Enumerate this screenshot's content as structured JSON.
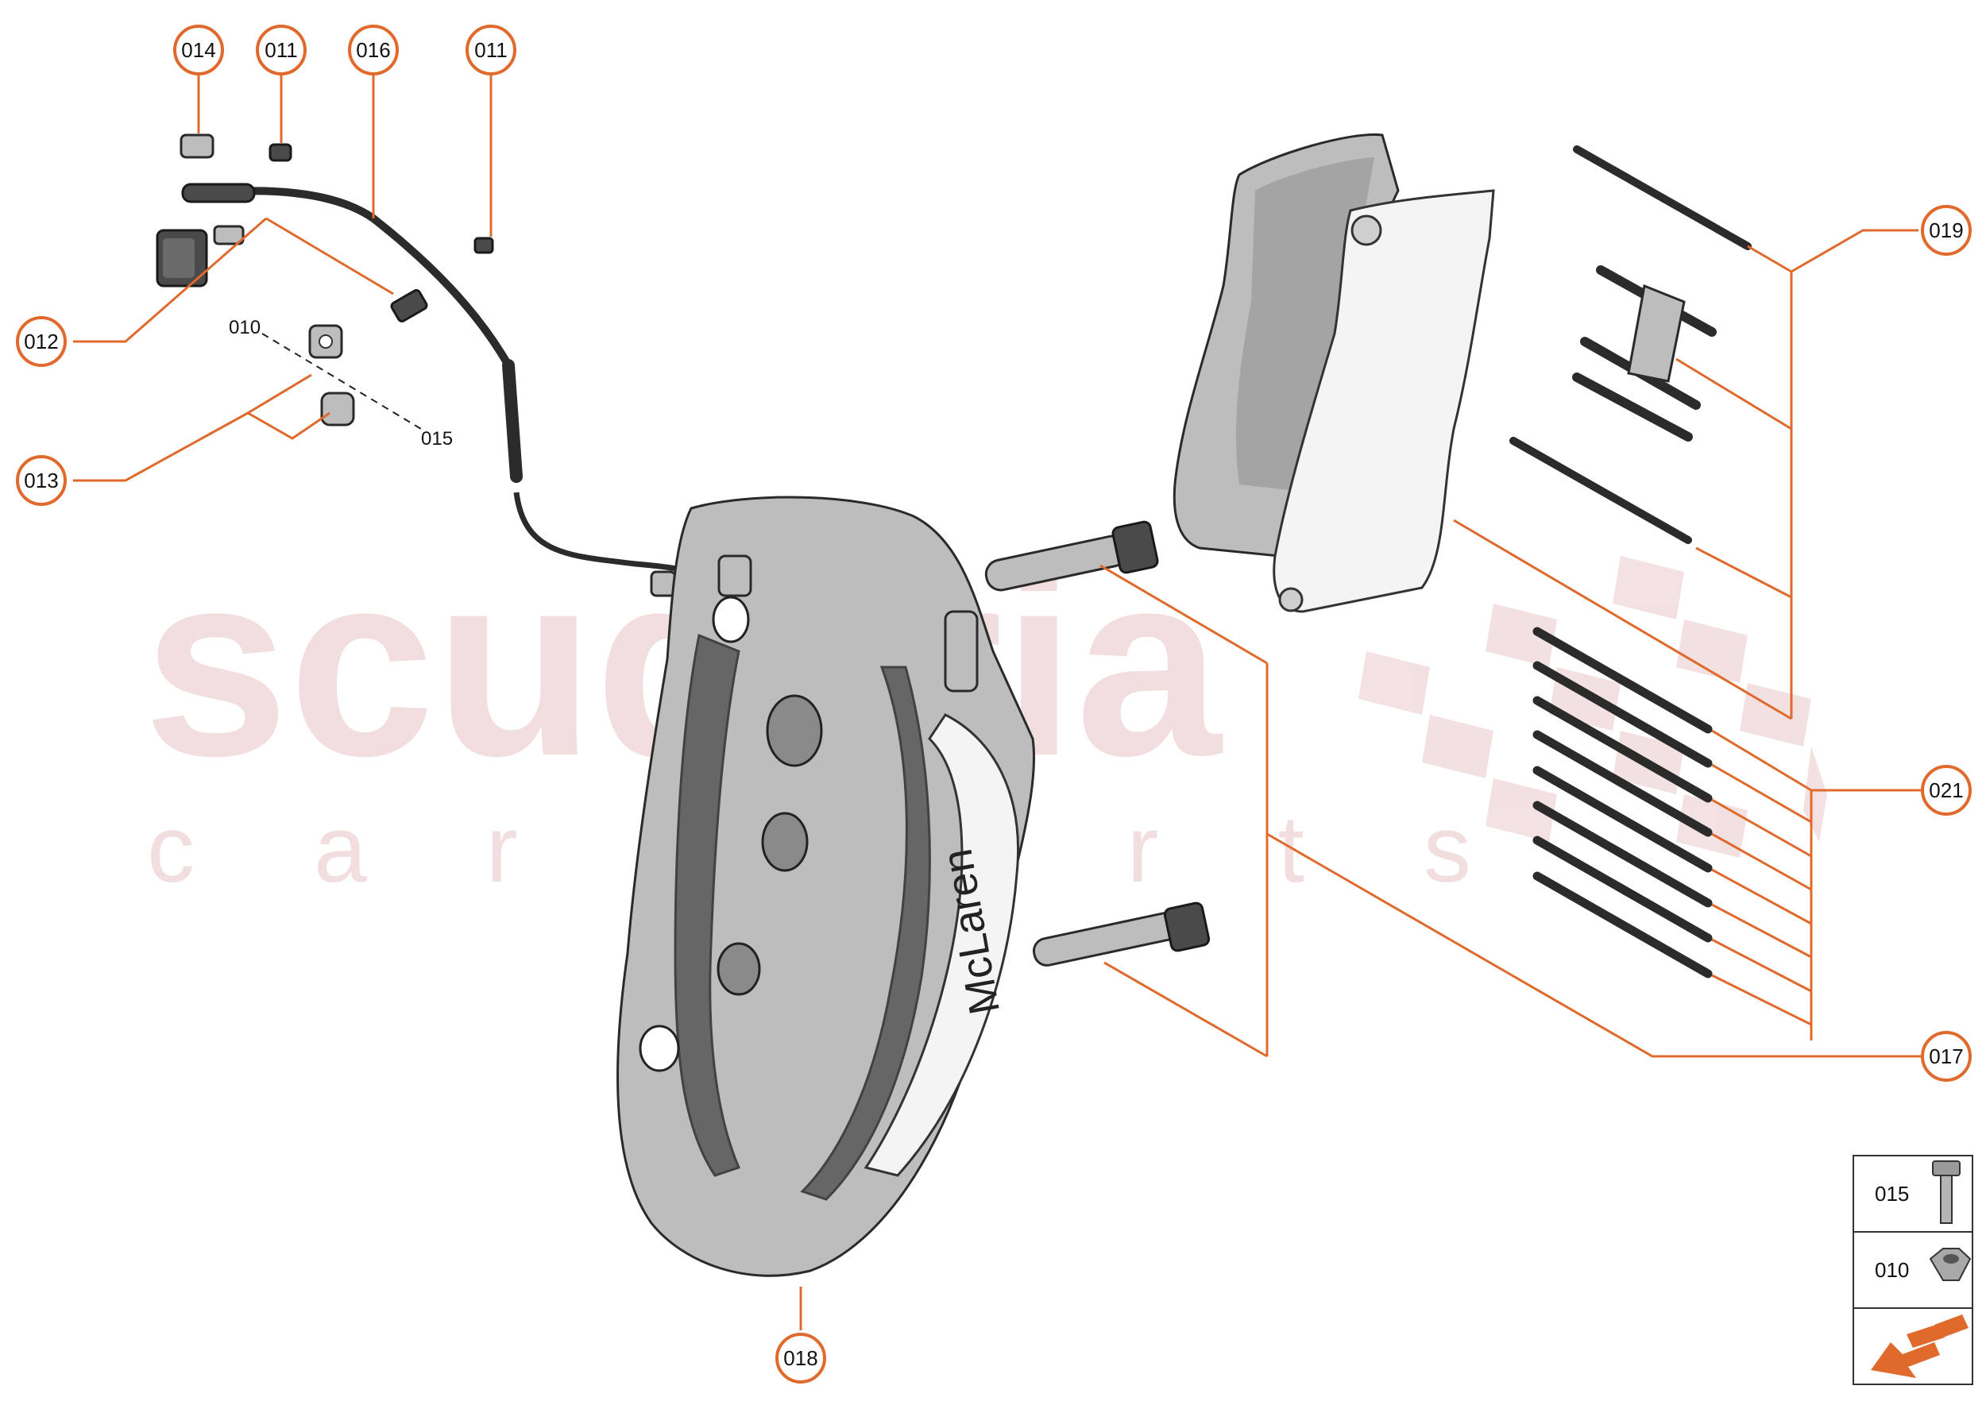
{
  "watermark": {
    "line1": "scuderia",
    "line2": "car parts"
  },
  "callouts": {
    "c014": "014",
    "c011a": "011",
    "c016": "016",
    "c011b": "011",
    "c012": "012",
    "c013": "013",
    "c019": "019",
    "c021": "021",
    "c017": "017",
    "c018": "018"
  },
  "inline_labels": {
    "l010": "010",
    "l015": "015"
  },
  "caliper_logo": "McLaren",
  "legend": {
    "rows": [
      {
        "label": "015",
        "icon": "bolt-icon"
      },
      {
        "label": "010",
        "icon": "nut-icon"
      },
      {
        "label": "",
        "icon": "direction-arrow-icon"
      }
    ]
  },
  "colors": {
    "accent": "#e06a2c",
    "watermark": "#e9c4c4"
  }
}
